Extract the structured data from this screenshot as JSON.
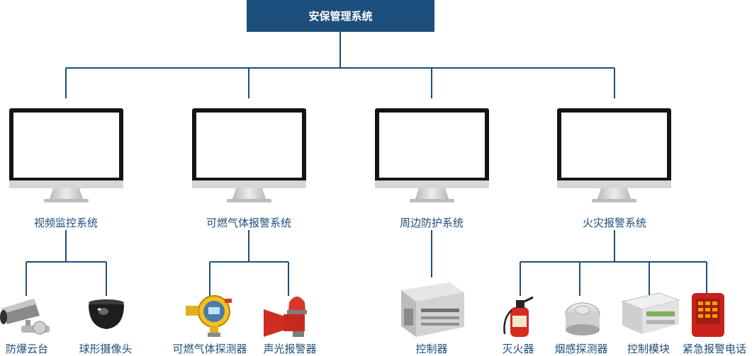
{
  "root": {
    "label": "安保管理系统"
  },
  "systems": [
    {
      "label": "视频监控系统",
      "devices": [
        {
          "label": "防爆云台",
          "icon": "explosion-proof-camera"
        },
        {
          "label": "球形摄像头",
          "icon": "dome-camera"
        }
      ]
    },
    {
      "label": "可燃气体报警系统",
      "devices": [
        {
          "label": "可燃气体探测器",
          "icon": "gas-detector"
        },
        {
          "label": "声光报警器",
          "icon": "siren"
        }
      ]
    },
    {
      "label": "周边防护系统",
      "devices": [
        {
          "label": "控制器",
          "icon": "controller-unit"
        }
      ]
    },
    {
      "label": "火灾报警系统",
      "devices": [
        {
          "label": "灭火器",
          "icon": "fire-extinguisher"
        },
        {
          "label": "烟感探测器",
          "icon": "smoke-detector"
        },
        {
          "label": "控制模块",
          "icon": "control-module"
        },
        {
          "label": "紧急报警电话",
          "icon": "emergency-phone"
        }
      ]
    }
  ],
  "colors": {
    "line": "#1c4f7c",
    "root_fill": "#1c4f7c",
    "label_text": "#1e4e79"
  }
}
